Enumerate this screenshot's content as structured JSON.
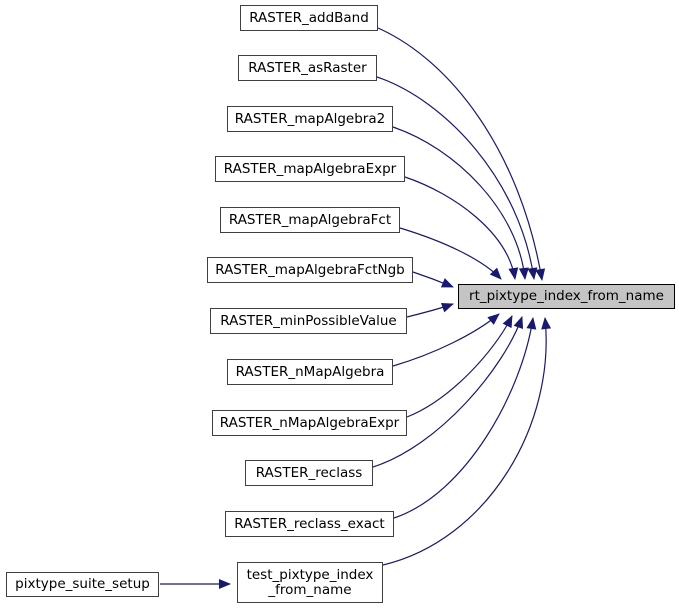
{
  "diagram": {
    "kind": "caller-graph",
    "colors": {
      "background": "#ffffff",
      "edge": "#191970",
      "caller_fill": "#ffffff",
      "caller_border": "#404040",
      "focus_fill": "#c4c4c4",
      "focus_border": "#000000",
      "text": "#000000"
    },
    "focus": {
      "label": "rt_pixtype_index_from_name"
    },
    "callers": [
      {
        "label": "RASTER_addBand"
      },
      {
        "label": "RASTER_asRaster"
      },
      {
        "label": "RASTER_mapAlgebra2"
      },
      {
        "label": "RASTER_mapAlgebraExpr"
      },
      {
        "label": "RASTER_mapAlgebraFct"
      },
      {
        "label": "RASTER_mapAlgebraFctNgb"
      },
      {
        "label": "RASTER_minPossibleValue"
      },
      {
        "label": "RASTER_nMapAlgebra"
      },
      {
        "label": "RASTER_nMapAlgebraExpr"
      },
      {
        "label": "RASTER_reclass"
      },
      {
        "label": "RASTER_reclass_exact"
      },
      {
        "label": "test_pixtype_index_from_name",
        "line1": "test_pixtype_index",
        "line2": "_from_name"
      },
      {
        "label": "pixtype_suite_setup"
      }
    ],
    "edges": [
      {
        "from": "RASTER_addBand",
        "to": "rt_pixtype_index_from_name"
      },
      {
        "from": "RASTER_asRaster",
        "to": "rt_pixtype_index_from_name"
      },
      {
        "from": "RASTER_mapAlgebra2",
        "to": "rt_pixtype_index_from_name"
      },
      {
        "from": "RASTER_mapAlgebraExpr",
        "to": "rt_pixtype_index_from_name"
      },
      {
        "from": "RASTER_mapAlgebraFct",
        "to": "rt_pixtype_index_from_name"
      },
      {
        "from": "RASTER_mapAlgebraFctNgb",
        "to": "rt_pixtype_index_from_name"
      },
      {
        "from": "RASTER_minPossibleValue",
        "to": "rt_pixtype_index_from_name"
      },
      {
        "from": "RASTER_nMapAlgebra",
        "to": "rt_pixtype_index_from_name"
      },
      {
        "from": "RASTER_nMapAlgebraExpr",
        "to": "rt_pixtype_index_from_name"
      },
      {
        "from": "RASTER_reclass",
        "to": "rt_pixtype_index_from_name"
      },
      {
        "from": "RASTER_reclass_exact",
        "to": "rt_pixtype_index_from_name"
      },
      {
        "from": "test_pixtype_index_from_name",
        "to": "rt_pixtype_index_from_name"
      },
      {
        "from": "pixtype_suite_setup",
        "to": "test_pixtype_index_from_name"
      }
    ]
  }
}
